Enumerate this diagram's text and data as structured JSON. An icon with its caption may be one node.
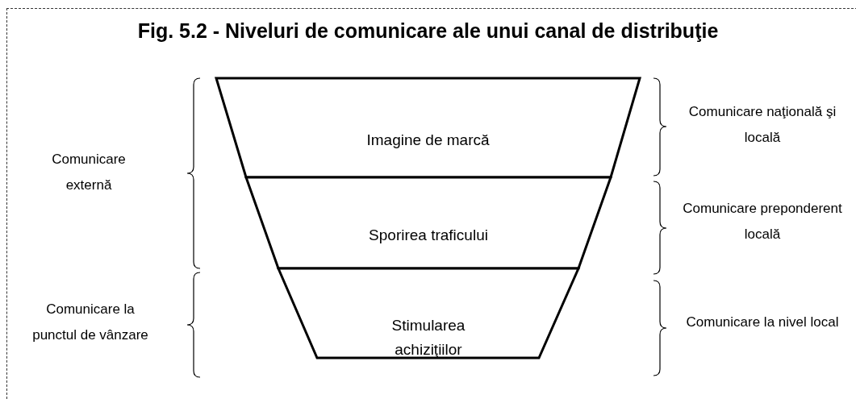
{
  "diagram": {
    "title": "Fig. 5.2 - Niveluri de comunicare ale unui canal de distribuţie",
    "nodes": [
      {
        "text": [
          "Imagine de marcă"
        ]
      },
      {
        "text": [
          "Sporirea traficului"
        ]
      },
      {
        "text": [
          "Stimularea achiziţiilor"
        ]
      }
    ],
    "edges": [],
    "labels": [
      "Comunicare externă",
      "Comunicare la punctul de vânzare",
      "Comunicare naţională şi locală",
      "Comunicare preponderent locală",
      "Comunicare la nivel local"
    ]
  }
}
